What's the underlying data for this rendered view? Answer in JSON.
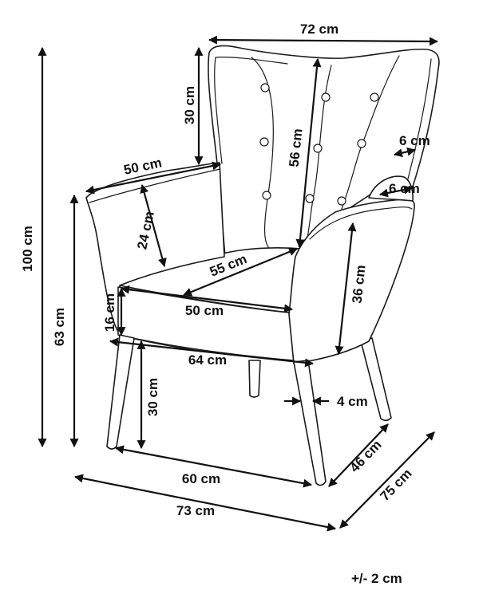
{
  "dimensions": {
    "width_top": "72 cm",
    "height_total": "100 cm",
    "back_top": "30 cm",
    "back_height": "56 cm",
    "wing_width": "6 cm",
    "arm_width": "6 cm",
    "arm_depth": "50 cm",
    "arm_height": "24 cm",
    "seat_depth": "55 cm",
    "arm_to_floor": "63 cm",
    "seat_width": "50 cm",
    "arm_side_height": "36 cm",
    "seat_cushion": "16 cm",
    "base_width": "64 cm",
    "leg_height": "30 cm",
    "leg_width": "4 cm",
    "leg_span_width": "60 cm",
    "leg_span_depth": "46 cm",
    "total_width": "73 cm",
    "total_depth": "75 cm"
  },
  "tolerance": "+/- 2 cm"
}
